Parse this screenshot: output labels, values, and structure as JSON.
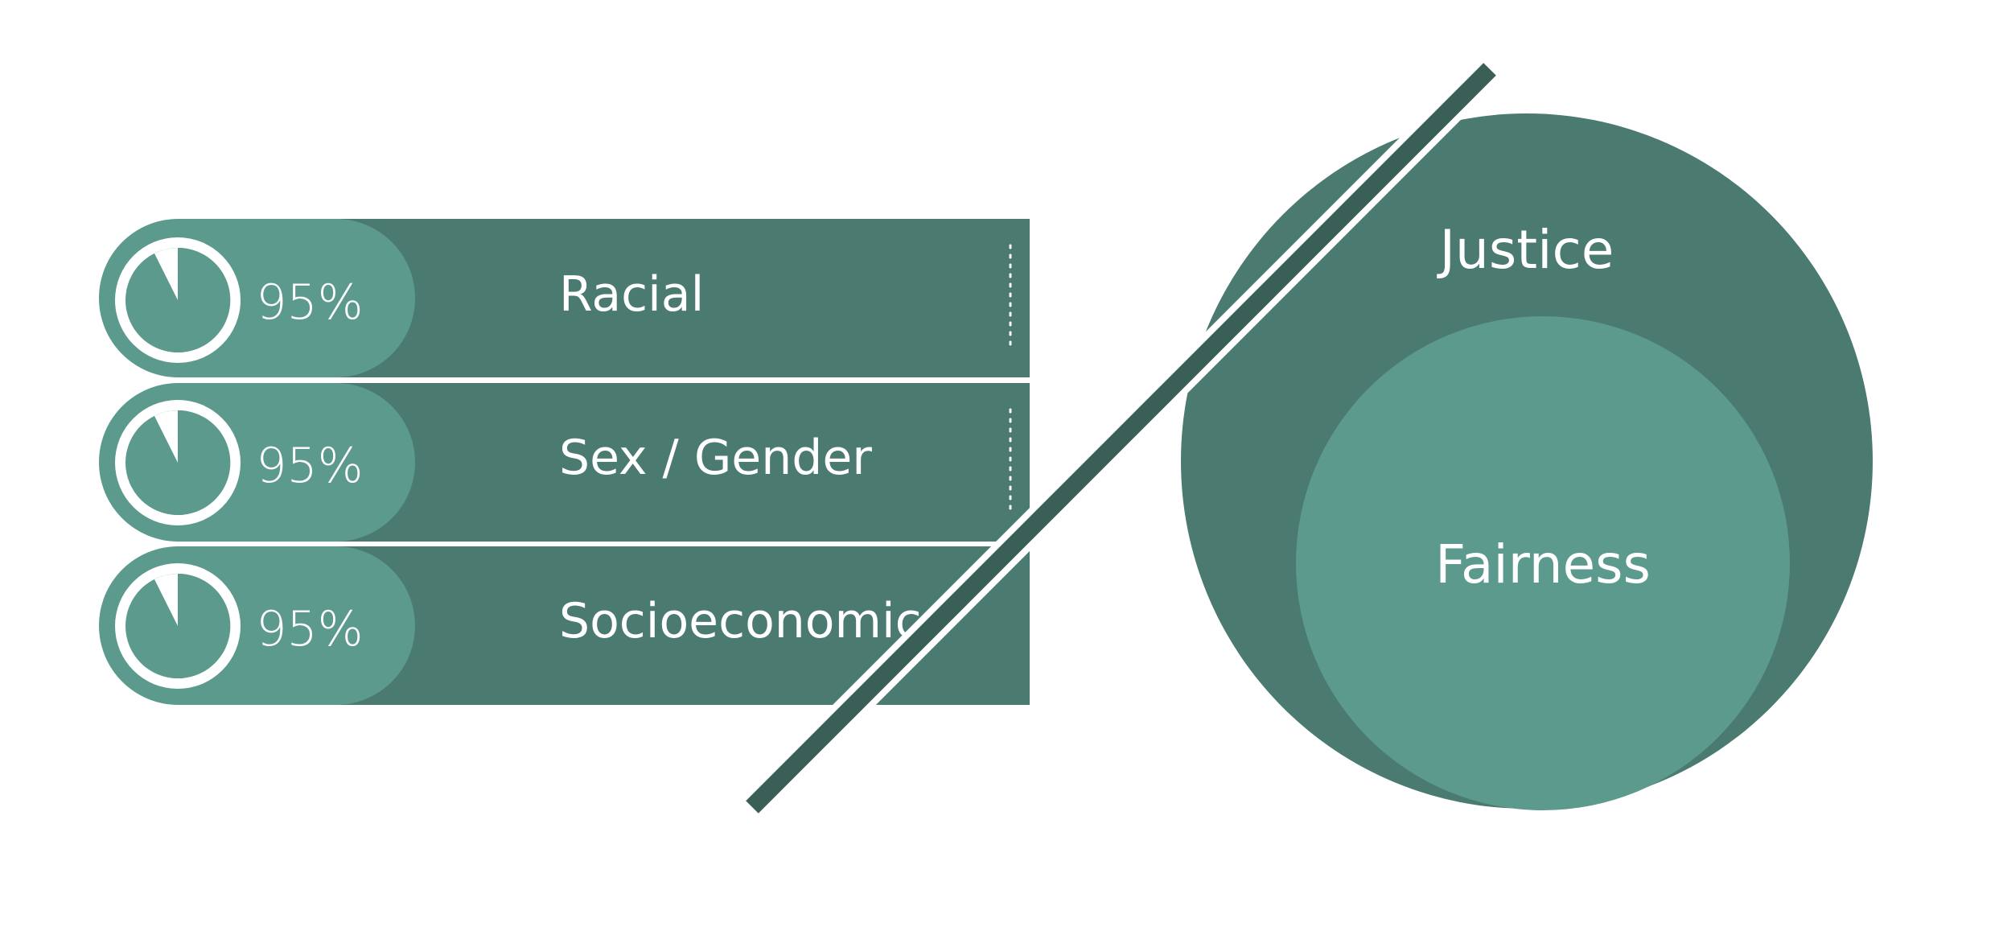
{
  "colors": {
    "dark_green": "#4a7a70",
    "light_green": "#5c9a8e",
    "slash": "#3a5f57",
    "white": "#ffffff"
  },
  "rows": [
    {
      "label": "Racial",
      "percent_text": "95%",
      "percent_value": 95,
      "icon": "pie-progress-icon"
    },
    {
      "label": "Sex / Gender",
      "percent_text": "95%",
      "percent_value": 95,
      "icon": "pie-progress-icon"
    },
    {
      "label": "Socioeconomic",
      "percent_text": "95%",
      "percent_value": 95,
      "icon": "pie-progress-icon"
    }
  ],
  "circles": {
    "outer_label": "Justice",
    "inner_label": "Fairness"
  }
}
